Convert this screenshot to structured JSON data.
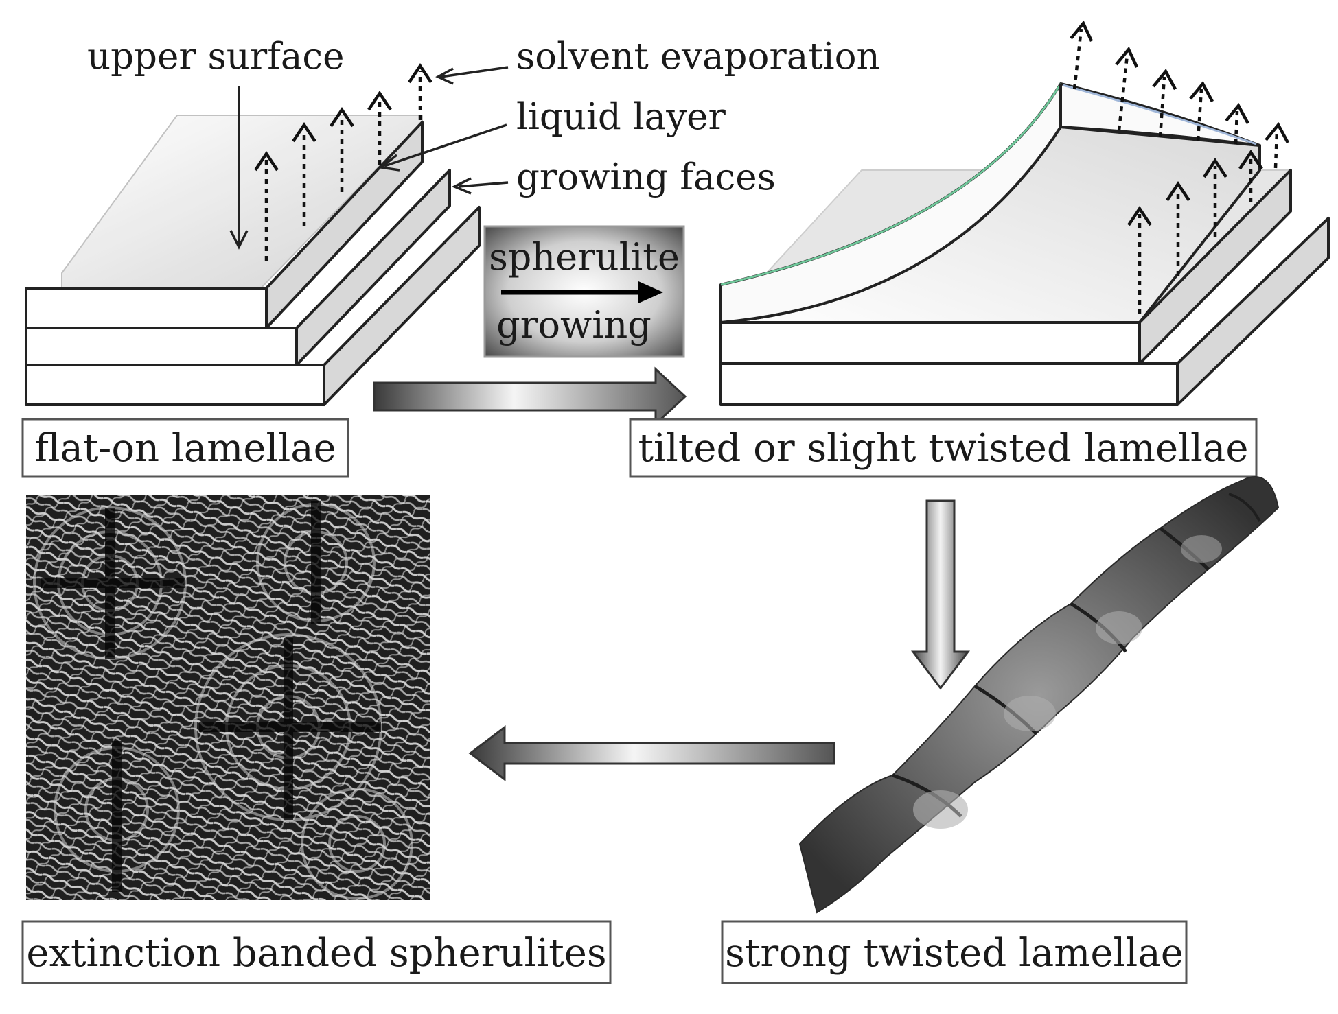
{
  "annotations": {
    "upper_surface": "upper surface",
    "solvent_evaporation": "solvent evaporation",
    "liquid_layer": "liquid layer",
    "growing_faces": "growing faces"
  },
  "process_box": {
    "line1": "spherulite",
    "line2": "growing"
  },
  "stages": {
    "flat_on": "flat-on lamellae",
    "tilted": "tilted or slight twisted lamellae",
    "strong_twisted": "strong twisted lamellae",
    "banded": "extinction banded spherulites"
  },
  "colors": {
    "stroke": "#222222",
    "face_gray": "#d8d8d8",
    "arrow_dark": "#333333",
    "arrow_light": "#f2f2f2",
    "helix_dark": "#3a3a3a",
    "helix_light": "#9a9a9a",
    "micrograph_bg": "#1c1c1c",
    "accent_green": "#6fc79a",
    "accent_blue": "#9fb6d8"
  },
  "icons": {
    "flow_arrow": "block-arrow",
    "evaporation_arrow": "dotted-up-arrow"
  }
}
